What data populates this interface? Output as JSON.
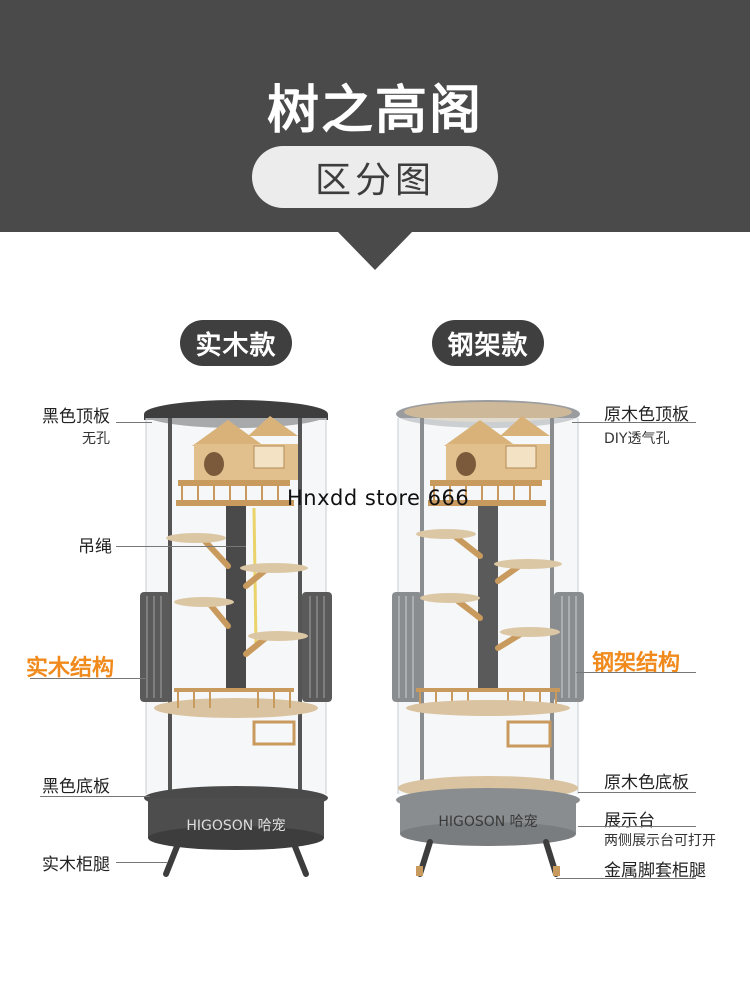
{
  "header": {
    "title": "树之高阁",
    "subtitle": "区分图"
  },
  "watermark": "Hnxdd store 666",
  "products": [
    {
      "label": "实木款",
      "callouts": {
        "top_panel": "黑色顶板",
        "top_panel_note": "无孔",
        "rope": "吊绳",
        "structure": "实木结构",
        "bottom_panel": "黑色底板",
        "legs": "实木柜腿"
      },
      "brand": "HIGOSON 哈宠"
    },
    {
      "label": "钢架款",
      "callouts": {
        "top_panel": "原木色顶板",
        "top_panel_note": "DIY透气孔",
        "structure": "钢架结构",
        "bottom_panel": "原木色底板",
        "display_stand": "展示台",
        "display_stand_note": "两侧展示台可打开",
        "legs": "金属脚套柜腿"
      },
      "brand": "HIGOSON 哈宠"
    }
  ],
  "colors": {
    "banner": "#4a4a4a",
    "accent": "#f08a1c",
    "frame_dark": "#4d4d4d",
    "frame_grey": "#8a8d90",
    "wood": "#d9b27a"
  }
}
